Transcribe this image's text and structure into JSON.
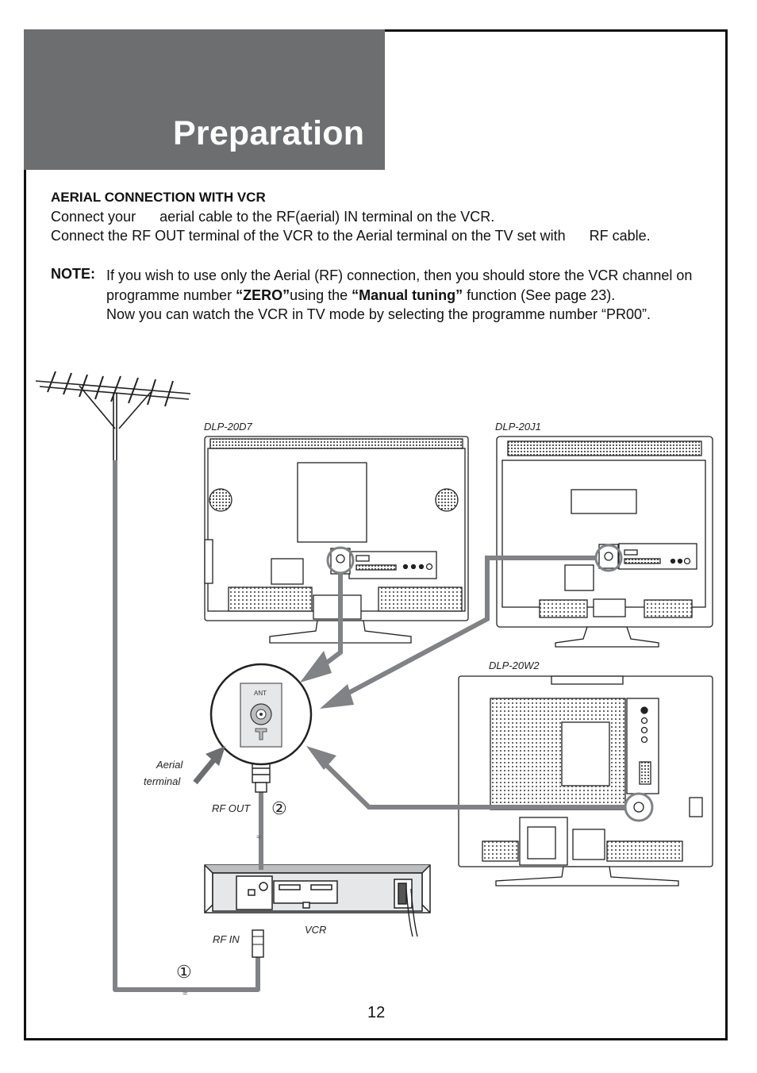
{
  "page": {
    "title": "Preparation",
    "page_number": "12"
  },
  "section": {
    "heading": "AERIAL CONNECTION WITH VCR",
    "line1": "Connect your      aerial cable to the RF(aerial) IN terminal on the VCR.",
    "line2": "Connect the RF OUT terminal of the VCR to the Aerial terminal on the TV set with      RF cable."
  },
  "note": {
    "label": "NOTE:",
    "part1": "If you wish to use only the Aerial (RF) connection, then you should store the VCR channel on programme number ",
    "zero": "“ZERO”",
    "part2": "using the ",
    "manual": "“Manual tuning”",
    "part3": " function (See page 23).",
    "line2": "Now you can watch the VCR in TV mode by selecting the programme number “PR00”."
  },
  "diagram": {
    "models": [
      "DLP-20D7",
      "DLP-20J1",
      "DLP-20W2"
    ],
    "aerial_terminal_line1": "Aerial",
    "aerial_terminal_line2": "terminal",
    "rf_out": "RF OUT",
    "rf_in": "RF IN",
    "vcr": "VCR",
    "marker1": "①",
    "marker2": "②",
    "ant": "ANT"
  }
}
